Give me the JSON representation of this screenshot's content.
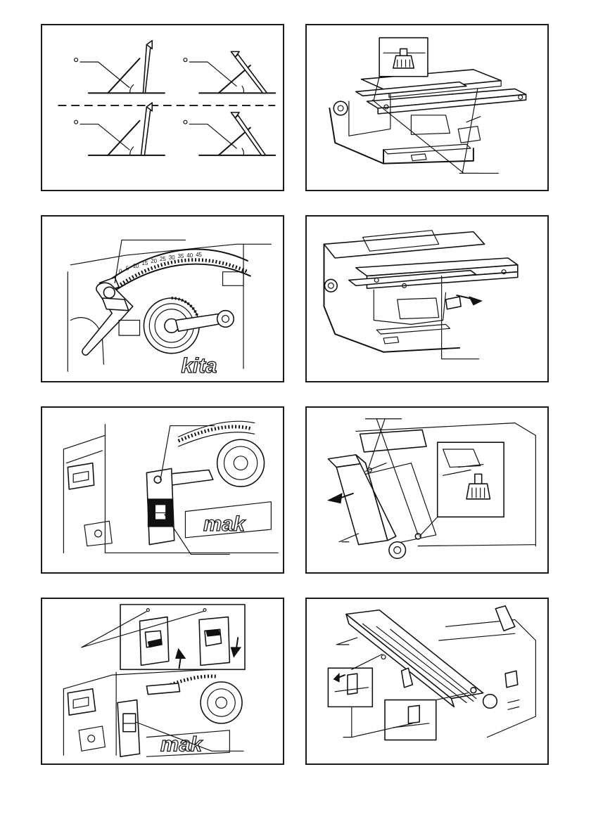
{
  "panels": [
    {
      "id": "fig1",
      "title": ""
    },
    {
      "id": "fig2",
      "title": ""
    },
    {
      "id": "fig3",
      "title": "",
      "scale_labels": [
        "0",
        "5",
        "10",
        "15",
        "20",
        "25",
        "30",
        "35",
        "40",
        "45"
      ],
      "brand_text": "kita"
    },
    {
      "id": "fig4",
      "title": ""
    },
    {
      "id": "fig5",
      "title": "",
      "brand_text": "mak"
    },
    {
      "id": "fig6",
      "title": ""
    },
    {
      "id": "fig7",
      "title": "",
      "brand_text": "mak"
    },
    {
      "id": "fig8",
      "title": ""
    }
  ]
}
